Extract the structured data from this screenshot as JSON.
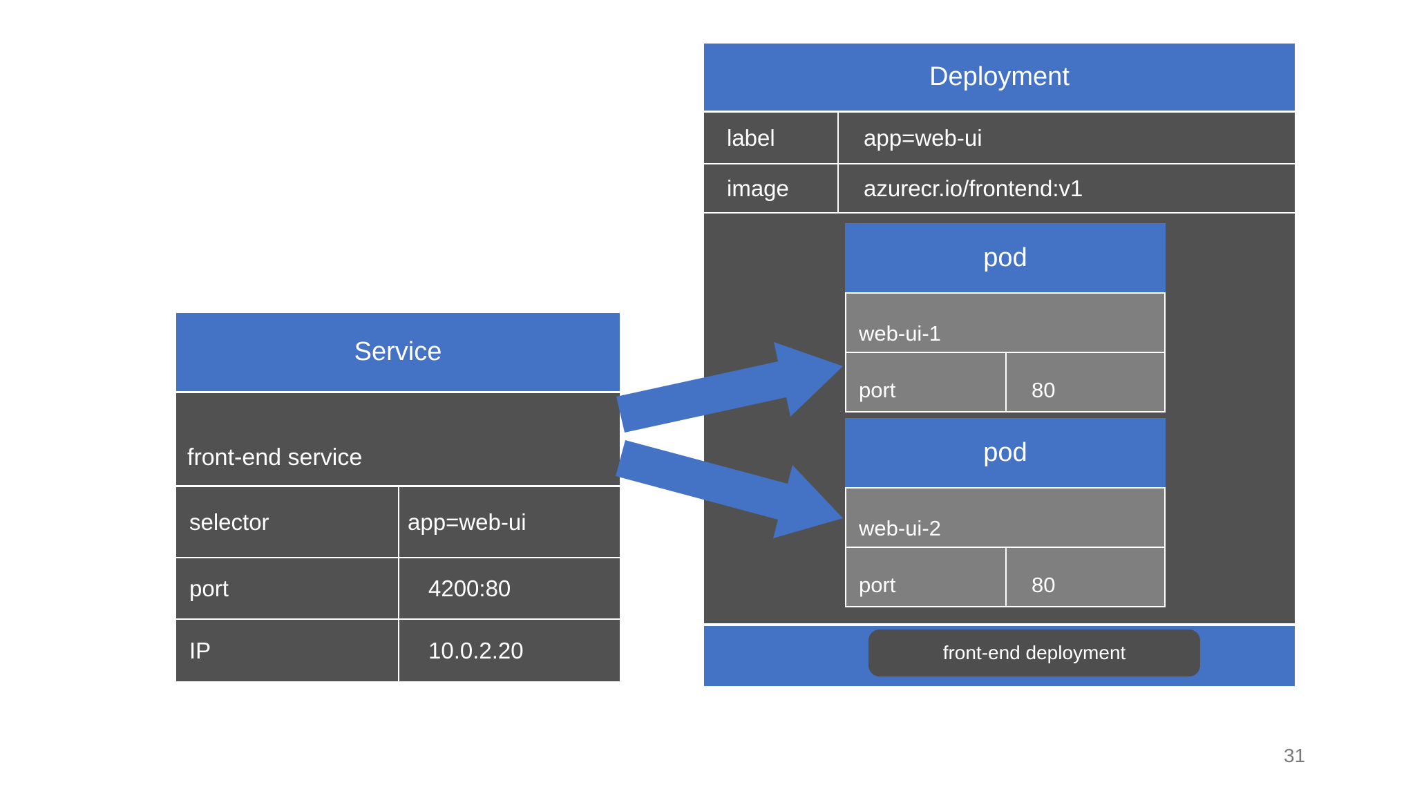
{
  "page": {
    "number": "31"
  },
  "colors": {
    "accent_blue": "#4472C4",
    "dark_gray": "#515151",
    "pod_gray": "#7F7F7F",
    "pill_gray": "#4E4E4E",
    "text_white": "#FFFFFF",
    "page_number_gray": "#7A7A7A",
    "background": "#FFFFFF"
  },
  "service": {
    "title": "Service",
    "name_row": "front-end service",
    "rows": [
      {
        "key": "selector",
        "value": "app=web-ui"
      },
      {
        "key": "port",
        "value": "4200:80"
      },
      {
        "key": "IP",
        "value": "10.0.2.20"
      }
    ]
  },
  "deployment": {
    "title": "Deployment",
    "rows": [
      {
        "key": "label",
        "value": "app=web-ui"
      },
      {
        "key": "image",
        "value": "azurecr.io/frontend:v1"
      }
    ],
    "pods": [
      {
        "title": "pod",
        "name": "web-ui-1",
        "port_label": "port",
        "port_value": "80"
      },
      {
        "title": "pod",
        "name": "web-ui-2",
        "port_label": "port",
        "port_value": "80"
      }
    ],
    "footer_label": "front-end deployment"
  }
}
